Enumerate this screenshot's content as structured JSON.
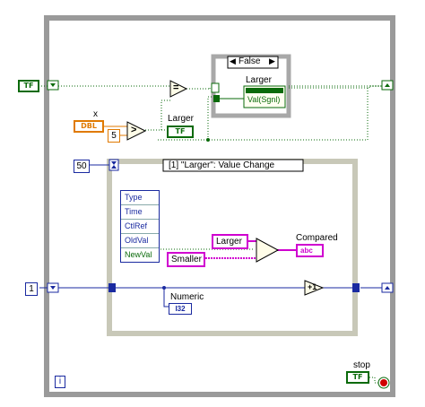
{
  "outer_loop": {
    "iteration_terminal": "i"
  },
  "stop_control": {
    "label": "stop",
    "type": "TF"
  },
  "top_bool_input": {
    "type": "TF"
  },
  "x_control": {
    "label": "x",
    "type": "DBL"
  },
  "const_five": "5",
  "larger_indicator": {
    "label": "Larger",
    "type": "TF"
  },
  "case_structure": {
    "selector": "False",
    "left_arrow": "◀",
    "right_arrow": "▶",
    "inner_indicator_label": "Larger",
    "property": "Val(Sgnl)"
  },
  "timeout_const": "50",
  "event_structure": {
    "selector": "[1] \"Larger\": Value Change",
    "event_data": [
      "Type",
      "Time",
      "CtlRef",
      "OldVal",
      "NewVal"
    ]
  },
  "string_consts": {
    "larger": "Larger",
    "smaller": "Smaller"
  },
  "compared_indicator": {
    "label": "Compared",
    "type": "abc"
  },
  "shift_register_init": "1",
  "numeric_indicator": {
    "label": "Numeric",
    "type": "I32"
  },
  "increment": "+1",
  "comparison": {
    "equal": "=",
    "greater": ">"
  },
  "colors": {
    "boolean_wire": "#0a6a0a",
    "numeric_wire": "#e07a00",
    "string_wire": "#d000d0",
    "int_wire": "#1a2aa0",
    "structure_frame": "#9a9a9a"
  }
}
